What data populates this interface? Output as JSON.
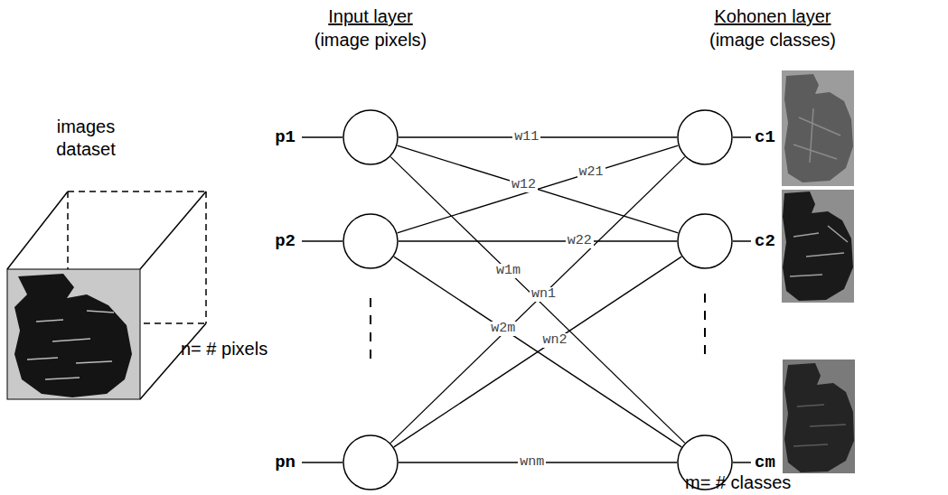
{
  "diagram": {
    "nodes": [
      {
        "text": [
          "p1"
        ]
      },
      {
        "text": [
          "p2"
        ]
      },
      {
        "text": [
          "pn"
        ]
      },
      {
        "text": [
          "c1"
        ]
      },
      {
        "text": [
          "c2"
        ]
      },
      {
        "text": [
          "cm"
        ]
      }
    ],
    "edges": [
      {
        "from": 0,
        "to": 3,
        "arrow": "none",
        "label": "w11"
      },
      {
        "from": 1,
        "to": 3,
        "arrow": "none",
        "label": "w21"
      },
      {
        "from": 0,
        "to": 4,
        "arrow": "none",
        "label": "w12"
      },
      {
        "from": 1,
        "to": 4,
        "arrow": "none",
        "label": "w22"
      },
      {
        "from": 0,
        "to": 5,
        "arrow": "none",
        "label": "w1m"
      },
      {
        "from": 2,
        "to": 3,
        "arrow": "none",
        "label": "wn1"
      },
      {
        "from": 1,
        "to": 5,
        "arrow": "none",
        "label": "w2m"
      },
      {
        "from": 2,
        "to": 4,
        "arrow": "none",
        "label": "wn2"
      },
      {
        "from": 2,
        "to": 5,
        "arrow": "none",
        "label": "wnm"
      }
    ],
    "labels": [
      "images dataset",
      "Input layer",
      "(image pixels)",
      "Kohonen layer",
      "(image classes)",
      "n= # pixels",
      "m= # classes"
    ]
  }
}
